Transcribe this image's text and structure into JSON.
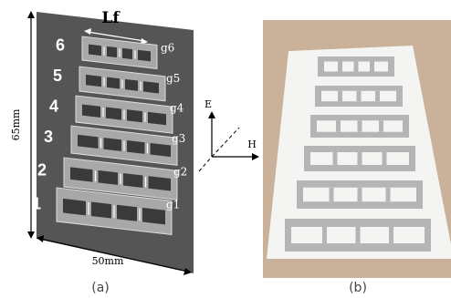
{
  "panel_a": {
    "caption": "(a)",
    "length_label": "Lf",
    "height_label": "65mm",
    "width_label": "50mm",
    "rows": [
      {
        "number": "6",
        "gap": "g6"
      },
      {
        "number": "5",
        "gap": "g5"
      },
      {
        "number": "4",
        "gap": "g4"
      },
      {
        "number": "3",
        "gap": "g3"
      },
      {
        "number": "2",
        "gap": "g2"
      },
      {
        "number": "1",
        "gap": "g1"
      }
    ],
    "e_label": "E",
    "h_label": "H"
  },
  "panel_b": {
    "caption": "(b)"
  },
  "colors": {
    "board": "#555555",
    "strip_light": "#a8a8a8",
    "slot_dark": "#3a3a3a",
    "photo_bg": "#c9b19a",
    "photo_sheet": "#f4f4f2",
    "photo_strip": "#b5b5b5"
  }
}
